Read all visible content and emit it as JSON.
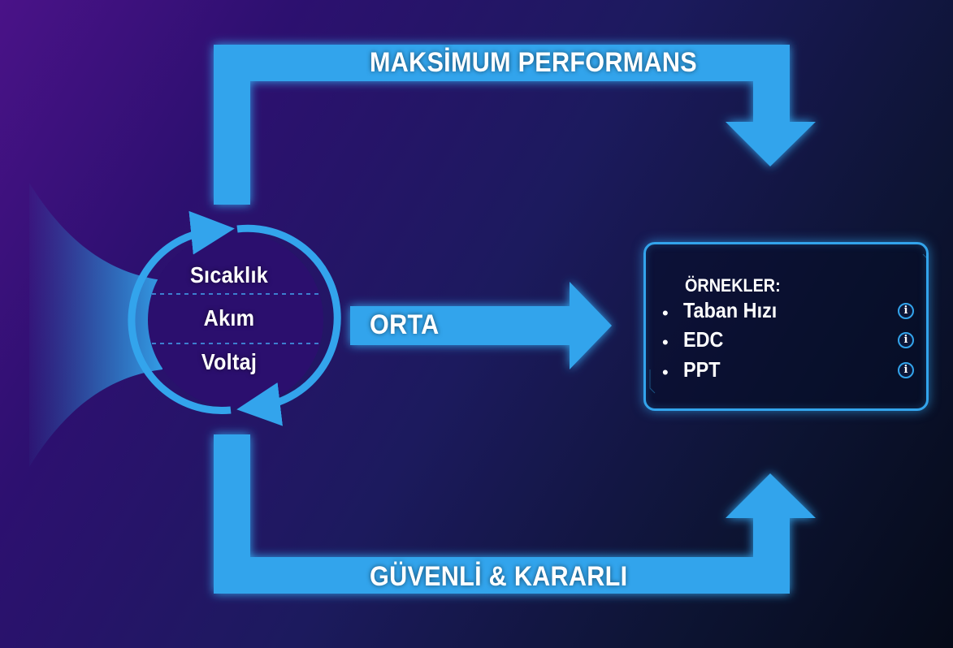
{
  "paths": {
    "top_label": "MAKSİMUM PERFORMANS",
    "middle_label": "ORTA",
    "bottom_label": "GÜVENLİ & KARARLI"
  },
  "cycle": {
    "items": [
      "Sıcaklık",
      "Akım",
      "Voltaj"
    ]
  },
  "examples": {
    "title": "ÖRNEKLER:",
    "items": [
      {
        "label": "Taban Hızı",
        "icon": "info-icon"
      },
      {
        "label": "EDC",
        "icon": "info-icon"
      },
      {
        "label": "PPT",
        "icon": "info-icon"
      }
    ]
  },
  "colors": {
    "accent": "#33a4ec",
    "circle_fill": "#2b0f6e",
    "text": "#ffffff"
  }
}
